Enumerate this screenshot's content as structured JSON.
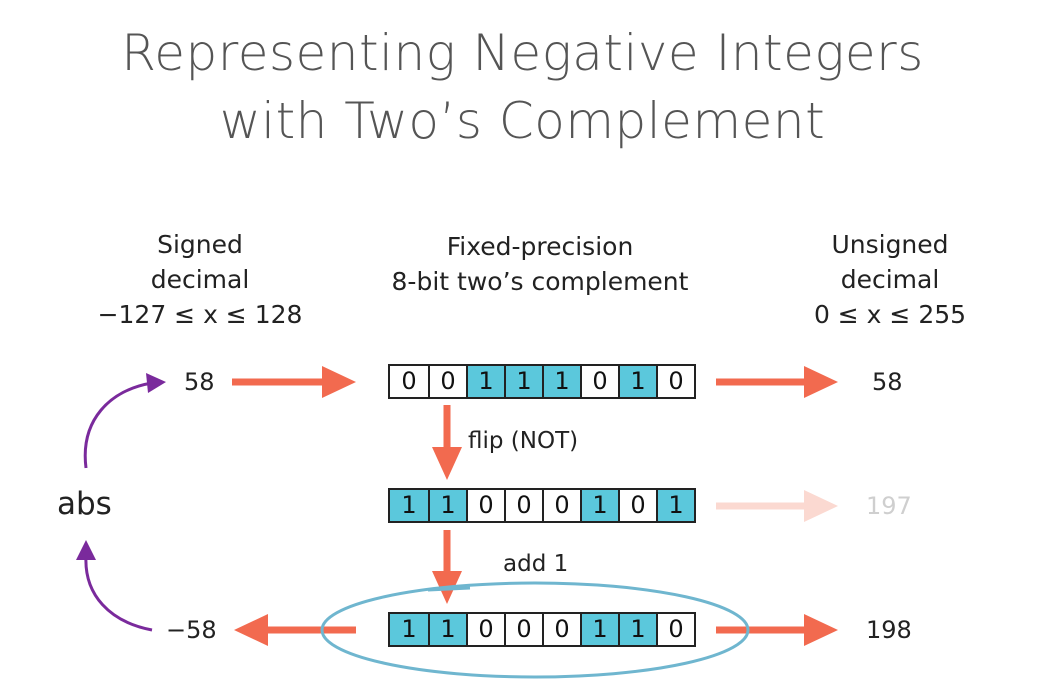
{
  "title": {
    "line1": "Representing Negative Integers",
    "line2": "with Two’s Complement"
  },
  "columns": {
    "signed": {
      "line1": "Signed",
      "line2": "decimal",
      "range": "−127 ≤ x ≤ 128"
    },
    "fixed": {
      "line1": "Fixed-precision",
      "line2": "8-bit two’s complement"
    },
    "unsigned": {
      "line1": "Unsigned",
      "line2": "decimal",
      "range": "0 ≤ x ≤ 255"
    }
  },
  "rows": [
    {
      "signed": "58",
      "bits": [
        0,
        0,
        1,
        1,
        1,
        0,
        1,
        0
      ],
      "unsigned": "58"
    },
    {
      "bits": [
        1,
        1,
        0,
        0,
        0,
        1,
        0,
        1
      ],
      "unsigned": "197"
    },
    {
      "signed": "−58",
      "bits": [
        1,
        1,
        0,
        0,
        0,
        1,
        1,
        0
      ],
      "unsigned": "198"
    }
  ],
  "steps": {
    "flip": "flip (NOT)",
    "add": "add 1",
    "abs": "abs"
  },
  "colors": {
    "bit_one": "#5bc8dc",
    "arrow": "#f26a4f",
    "arrow_faded": "#fbd9d1",
    "abs_arrow": "#7a2a9c",
    "ellipse": "#6fb6cf"
  }
}
